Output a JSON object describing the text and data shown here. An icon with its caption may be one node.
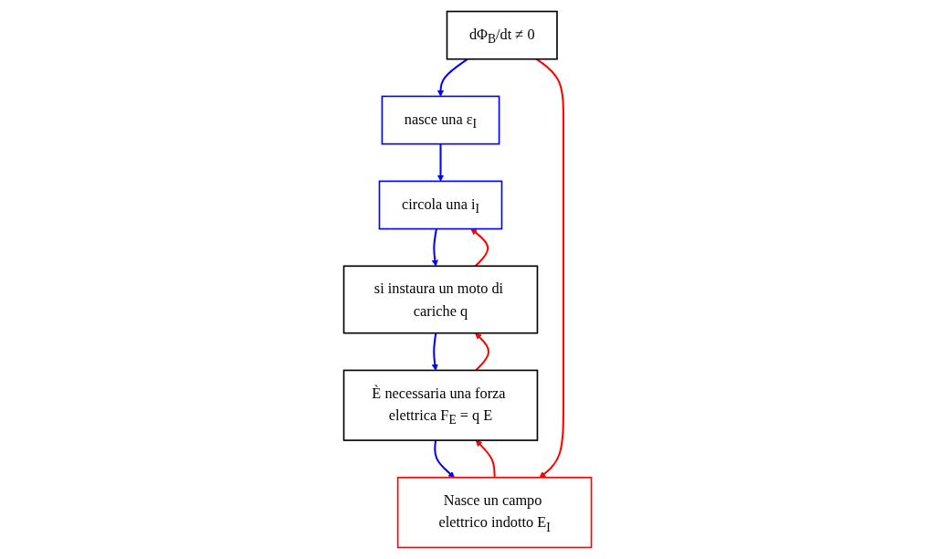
{
  "diagram": {
    "nodes": [
      {
        "text": [
          "dΦ$_{B}$/dt ≠ 0"
        ]
      },
      {
        "text": [
          "nasce una ε$_{I}$"
        ]
      },
      {
        "text": [
          "circola una i$_{I}$"
        ]
      },
      {
        "text": [
          "si instaura un moto di cariche q"
        ]
      },
      {
        "text": [
          "È necessaria una forza elettrica F$_{E}$ = q E"
        ]
      },
      {
        "text": [
          "Nasce un campo elettrico indotto E$_{I}$"
        ]
      }
    ],
    "edges": [
      {
        "from": 0,
        "to": 1,
        "arrow": "to",
        "color": "#0000ff"
      },
      {
        "from": 1,
        "to": 2,
        "arrow": "to",
        "color": "#0000ff"
      },
      {
        "from": 2,
        "to": 3,
        "arrow": "to",
        "color": "#0000ff"
      },
      {
        "from": 3,
        "to": 2,
        "arrow": "to",
        "color": "#ff0000"
      },
      {
        "from": 3,
        "to": 4,
        "arrow": "to",
        "color": "#0000ff"
      },
      {
        "from": 4,
        "to": 3,
        "arrow": "to",
        "color": "#ff0000"
      },
      {
        "from": 4,
        "to": 5,
        "arrow": "to",
        "color": "#0000ff"
      },
      {
        "from": 5,
        "to": 4,
        "arrow": "to",
        "color": "#ff0000"
      },
      {
        "from": 0,
        "to": 5,
        "arrow": "to",
        "color": "#ff0000"
      }
    ]
  }
}
